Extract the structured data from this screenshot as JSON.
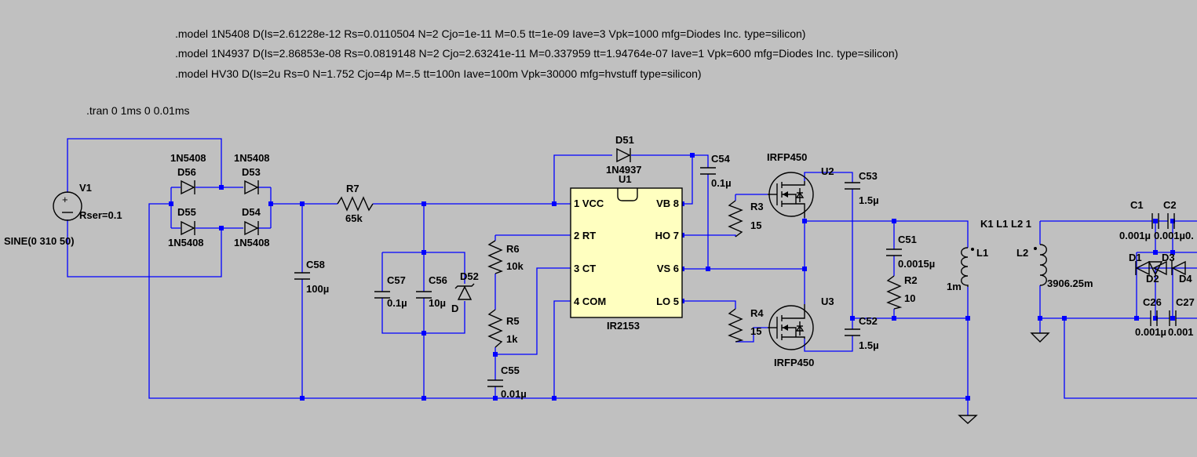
{
  "directives": {
    "model_1n5408": ".model 1N5408 D(Is=2.61228e-12 Rs=0.0110504 N=2 Cjo=1e-11 M=0.5 tt=1e-09 Iave=3 Vpk=1000 mfg=Diodes Inc. type=silicon)",
    "model_1n4937": ".model 1N4937 D(Is=2.86853e-08 Rs=0.0819148 N=2 Cjo=2.63241e-11 M=0.337959 tt=1.94764e-07 Iave=1 Vpk=600 mfg=Diodes Inc. type=silicon)",
    "model_hv30": ".model HV30 D(Is=2u Rs=0 N=1.752 Cjo=4p M=.5 tt=100n Iave=100m Vpk=30000 mfg=hvstuff type=silicon)",
    "tran": ".tran 0 1ms 0 0.01ms",
    "coupling": "K1 L1 L2 1"
  },
  "source": {
    "name": "V1",
    "rser": "Rser=0.1",
    "value": "SINE(0 310 50)"
  },
  "bridge": [
    {
      "name": "D56",
      "model": "1N5408"
    },
    {
      "name": "D53",
      "model": "1N5408"
    },
    {
      "name": "D55",
      "model": "1N5408"
    },
    {
      "name": "D54",
      "model": "1N5408"
    }
  ],
  "r7": {
    "name": "R7",
    "value": "65k"
  },
  "c58": {
    "name": "C58",
    "value": "100µ"
  },
  "c57": {
    "name": "C57",
    "value": "0.1µ"
  },
  "c56": {
    "name": "C56",
    "value": "10µ"
  },
  "d52": {
    "name": "D52",
    "value": "D"
  },
  "r6": {
    "name": "R6",
    "value": "10k"
  },
  "r5": {
    "name": "R5",
    "value": "1k"
  },
  "c55": {
    "name": "C55",
    "value": "0.01µ"
  },
  "d51": {
    "name": "D51",
    "value": "1N4937"
  },
  "c54": {
    "name": "C54",
    "value": "0.1µ"
  },
  "ic": {
    "ref": "U1",
    "part": "IR2153",
    "pins_left": [
      "1 VCC",
      "2 RT",
      "3 CT",
      "4 COM"
    ],
    "pins_right": [
      "VB 8",
      "HO 7",
      "VS 6",
      "LO 5"
    ]
  },
  "r3": {
    "name": "R3",
    "value": "15"
  },
  "r4": {
    "name": "R4",
    "value": "15"
  },
  "u2": {
    "name": "U2",
    "value": "IRFP450"
  },
  "u3": {
    "name": "U3",
    "value": "IRFP450"
  },
  "c53": {
    "name": "C53",
    "value": "1.5µ"
  },
  "c52": {
    "name": "C52",
    "value": "1.5µ"
  },
  "c51": {
    "name": "C51",
    "value": "0.0015µ"
  },
  "r2": {
    "name": "R2",
    "value": "10"
  },
  "l1": {
    "name": "L1",
    "value": "1m"
  },
  "l2": {
    "name": "L2",
    "value": "3906.25m"
  },
  "c1": {
    "name": "C1",
    "value": "0.001µ"
  },
  "c2": {
    "name": "C2",
    "value": "0.001µ"
  },
  "c2_tail": "0.",
  "c26": {
    "name": "C26",
    "value": "0.001µ"
  },
  "c27": {
    "name": "C27",
    "value": "0.001"
  },
  "d1": "D1",
  "d2": "D2",
  "d3": "D3",
  "d4": "D4"
}
